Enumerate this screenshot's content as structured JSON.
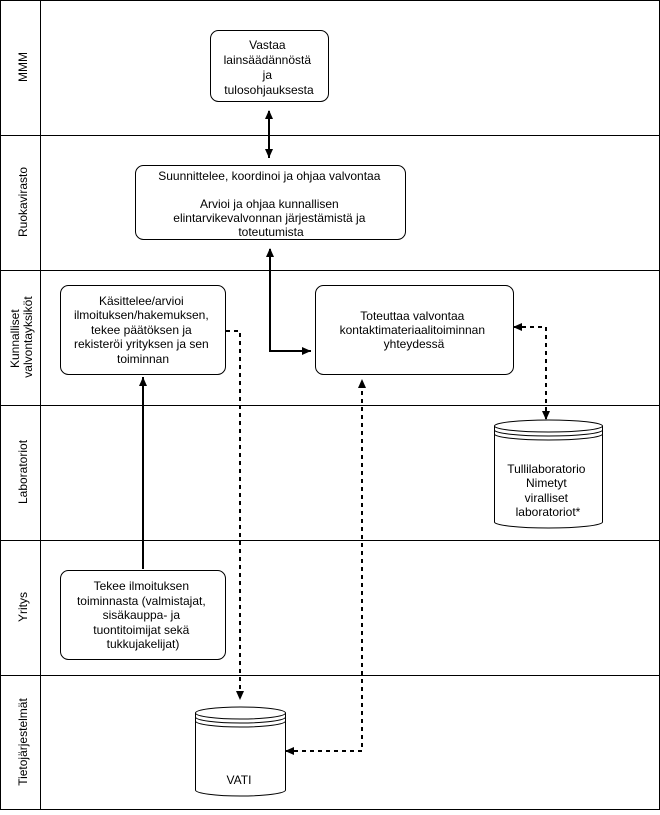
{
  "lanes": [
    {
      "id": "mmm",
      "label": "MMM"
    },
    {
      "id": "ruokavirasto",
      "label": "Ruokavirasto"
    },
    {
      "id": "kunnalliset",
      "label_lines": [
        "Kunnalliset",
        "valvontayksiköt"
      ]
    },
    {
      "id": "laboratoriot",
      "label": "Laboratoriot"
    },
    {
      "id": "yritys",
      "label": "Yritys"
    },
    {
      "id": "tietojarjestelmat",
      "label": "Tietojärjestelmät"
    }
  ],
  "boxes": {
    "mmm_task": {
      "lines": [
        "Vastaa",
        "lainsäädännöstä",
        "ja",
        "tulosohjauksesta"
      ]
    },
    "ruokavirasto_task": {
      "lines": [
        "Suunnittelee, koordinoi ja ohjaa valvontaa",
        "",
        "Arvioi ja ohjaa kunnallisen",
        "elintarvikevalvonnan järjestämistä ja",
        "toteutumista"
      ]
    },
    "kasittelee": {
      "lines": [
        "Käsittelee/arvioi",
        "ilmoituksen/hakemuksen,",
        "tekee päätöksen ja",
        "rekisteröi yrityksen ja sen",
        "toiminnan"
      ]
    },
    "toteuttaa": {
      "lines": [
        "Toteuttaa valvontaa",
        "kontaktimateriaalitoiminnan",
        "yhteydessä"
      ]
    },
    "yritys_task": {
      "lines": [
        "Tekee ilmoituksen",
        "toiminnasta (valmistajat,",
        "sisäkauppa- ja",
        "tuontitoimijat sekä",
        "tukkujakelijat)"
      ]
    }
  },
  "datastores": {
    "laboratorio": {
      "lines": [
        "Tullilaboratorio",
        "Nimetyt",
        "viralliset",
        "laboratoriot*"
      ]
    },
    "vati": {
      "lines": [
        "VATI"
      ]
    }
  }
}
